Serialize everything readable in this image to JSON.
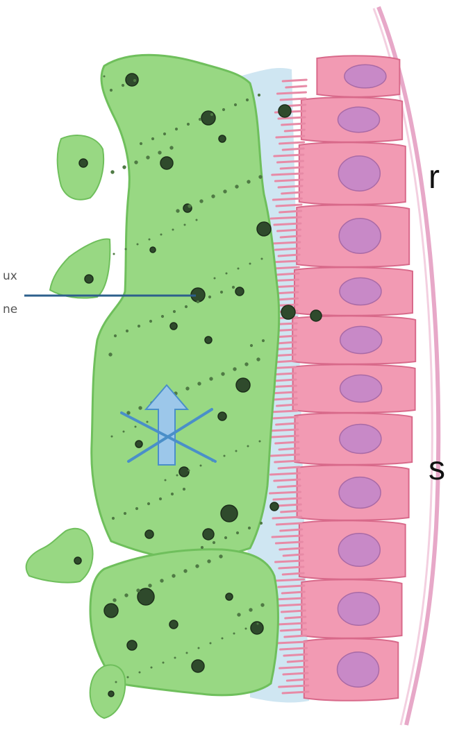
{
  "labels": {
    "fragment_top": "r",
    "fragment_bottom": "s",
    "callout_line1": "ux",
    "callout_line2": "ne"
  },
  "colors": {
    "mucus_fill": "#98d883",
    "mucus_edge": "#6fbf5c",
    "microbe_dark": "#2f4a2c",
    "cell_fill": "#f29ab3",
    "cell_edge": "#d8698a",
    "nucleus_fill": "#c889c7",
    "basement_membrane": "#e7a8c8",
    "lumen_fluid": "#cfe6f2",
    "leader_line": "#2d5f8c",
    "blocked_arrow_fill": "#9cc7ea",
    "blocked_arrow_cross": "#4a8fc9"
  },
  "icons": {
    "blocked_arrow": "blocked-upward-arrow-icon"
  }
}
